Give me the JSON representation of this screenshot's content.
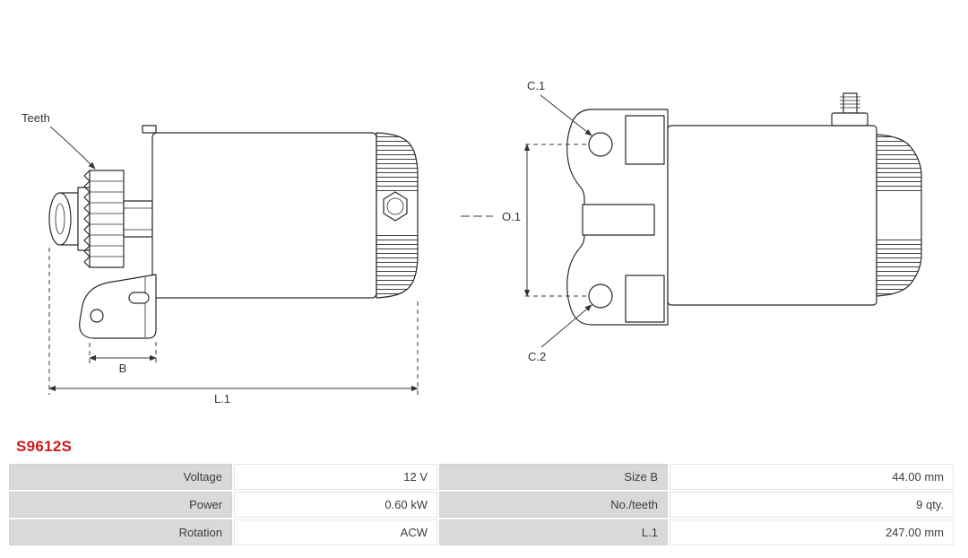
{
  "part_number": "S9612S",
  "colors": {
    "part_number_red": "#cc1a1a",
    "table_label_bg": "#d9d9d9",
    "table_value_bg": "#ffffff",
    "diagram_line": "#2a2a2a"
  },
  "diagram": {
    "labels": {
      "teeth": "Teeth",
      "b": "B",
      "l1": "L.1",
      "c1": "C.1",
      "c2": "C.2",
      "o1": "O.1"
    }
  },
  "specs": {
    "rows": [
      {
        "label1": "Voltage",
        "value1": "12 V",
        "label2": "Size B",
        "value2": "44.00 mm"
      },
      {
        "label1": "Power",
        "value1": "0.60 kW",
        "label2": "No./teeth",
        "value2": "9 qty."
      },
      {
        "label1": "Rotation",
        "value1": "ACW",
        "label2": "L.1",
        "value2": "247.00 mm"
      }
    ]
  }
}
